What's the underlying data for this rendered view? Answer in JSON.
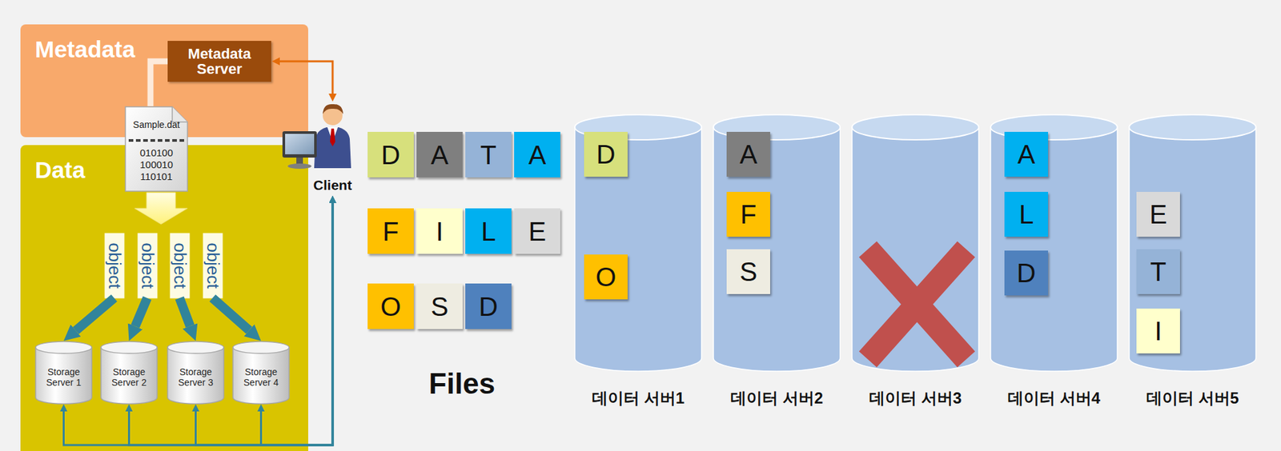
{
  "diagram": {
    "nodes": [
      {
        "text": [
          "Metadata"
        ]
      },
      {
        "text": [
          "Metadata Server"
        ],
        "in": 0
      },
      {
        "text": [
          "Sample.dat",
          "010100 100010 110101"
        ]
      },
      {
        "text": [
          "Client"
        ]
      },
      {
        "text": [
          "Data"
        ]
      },
      {
        "text": [
          "object"
        ],
        "in": 4
      },
      {
        "text": [
          "object"
        ],
        "in": 4
      },
      {
        "text": [
          "object"
        ],
        "in": 4
      },
      {
        "text": [
          "object"
        ],
        "in": 4
      },
      {
        "text": [
          "Storage Server 1"
        ],
        "in": 4
      },
      {
        "text": [
          "Storage Server 2"
        ],
        "in": 4
      },
      {
        "text": [
          "Storage Server 3"
        ],
        "in": 4
      },
      {
        "text": [
          "Storage Server 4"
        ],
        "in": 4
      },
      {
        "text": [
          "D"
        ]
      },
      {
        "text": [
          "A"
        ]
      },
      {
        "text": [
          "T"
        ]
      },
      {
        "text": [
          "A"
        ]
      },
      {
        "text": [
          "F"
        ]
      },
      {
        "text": [
          "I"
        ]
      },
      {
        "text": [
          "L"
        ]
      },
      {
        "text": [
          "E"
        ]
      },
      {
        "text": [
          "O"
        ]
      },
      {
        "text": [
          "S"
        ]
      },
      {
        "text": [
          "D"
        ]
      },
      {
        "text": [
          "데이터 서버1"
        ]
      },
      {
        "text": [
          "D"
        ],
        "in": 24
      },
      {
        "text": [
          "O"
        ],
        "in": 24
      },
      {
        "text": [
          "데이터 서버2"
        ]
      },
      {
        "text": [
          "A"
        ],
        "in": 27
      },
      {
        "text": [
          "F"
        ],
        "in": 27
      },
      {
        "text": [
          "S"
        ],
        "in": 27
      },
      {
        "text": [
          "데이터 서버3"
        ]
      },
      {
        "text": [
          "데이터 서버4"
        ]
      },
      {
        "text": [
          "A"
        ],
        "in": 32
      },
      {
        "text": [
          "L"
        ],
        "in": 32
      },
      {
        "text": [
          "D"
        ],
        "in": 32
      },
      {
        "text": [
          "데이터 서버5"
        ]
      },
      {
        "text": [
          "E"
        ],
        "in": 36
      },
      {
        "text": [
          "T"
        ],
        "in": 36
      },
      {
        "text": [
          "I"
        ],
        "in": 36
      }
    ],
    "edges": [
      {
        "from": 1,
        "to": 3,
        "arrow": "both"
      },
      {
        "from": 1,
        "to": 2,
        "arrow": "none"
      },
      {
        "from": 5,
        "to": 9,
        "arrow": "to"
      },
      {
        "from": 6,
        "to": 10,
        "arrow": "to"
      },
      {
        "from": 7,
        "to": 11,
        "arrow": "to"
      },
      {
        "from": 8,
        "to": 12,
        "arrow": "to"
      },
      {
        "from": 9,
        "to": 3,
        "arrow": "both"
      },
      {
        "from": 10,
        "to": 3,
        "arrow": "both"
      },
      {
        "from": 11,
        "to": 3,
        "arrow": "both"
      },
      {
        "from": 12,
        "to": 3,
        "arrow": "both"
      }
    ],
    "labels": [
      "Files"
    ]
  }
}
